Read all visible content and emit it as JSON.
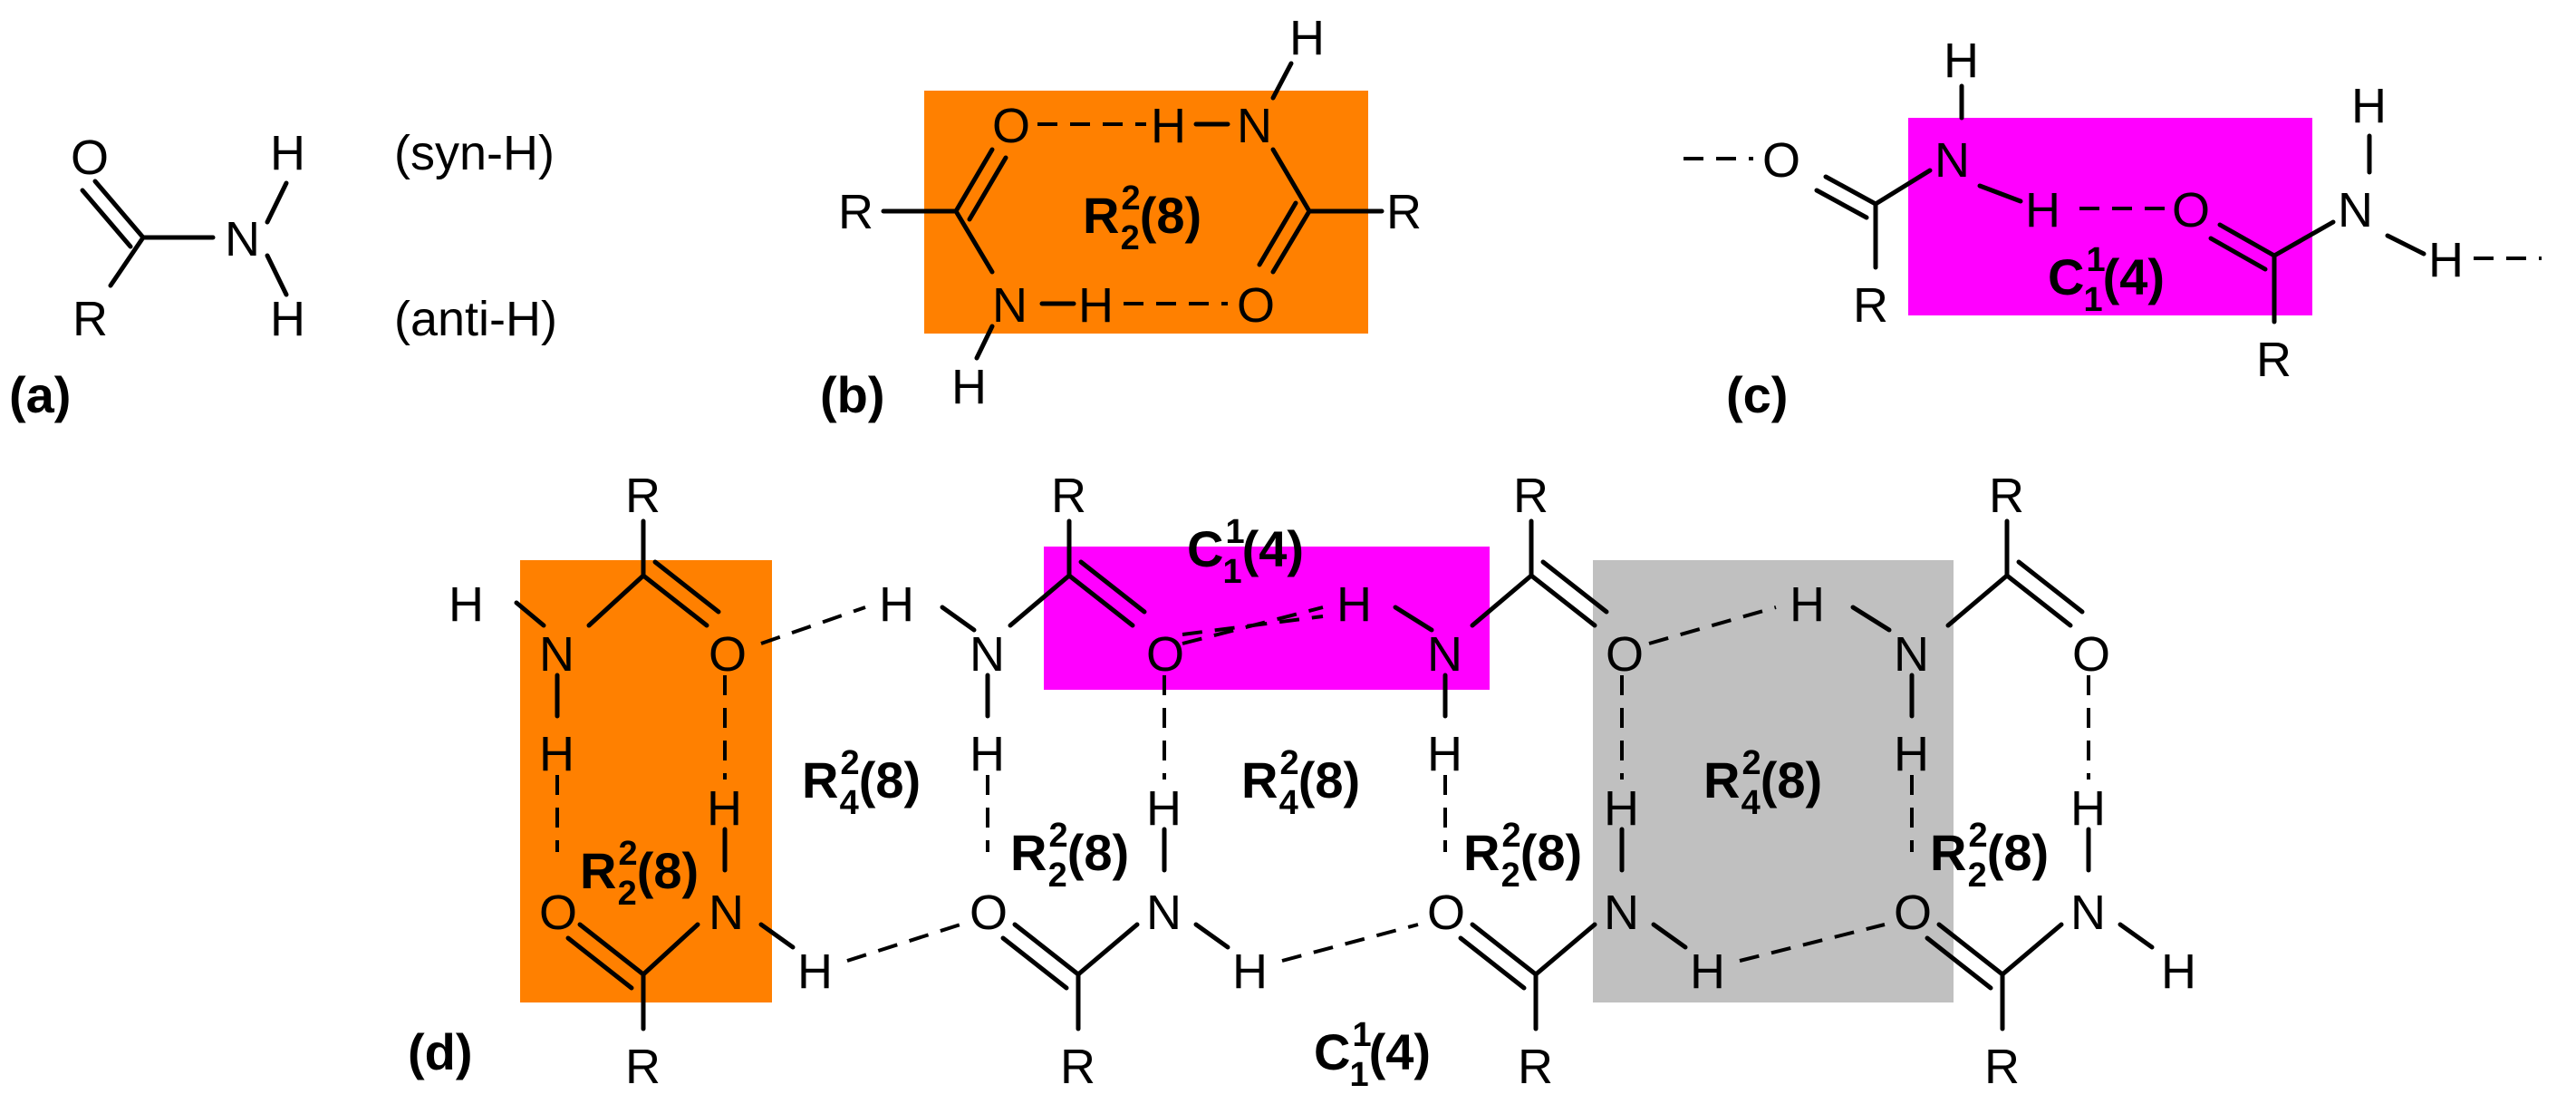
{
  "colors": {
    "ring_dimer": "#ff8000",
    "chain": "#ff00ff",
    "ring_tetramer": "#c0c0c0",
    "ink": "#000000"
  },
  "panels": {
    "a": "(a)",
    "b": "(b)",
    "c": "(c)",
    "d": "(d)"
  },
  "labels": {
    "syn": "(syn-H)",
    "anti": "(anti-H)"
  },
  "atoms": {
    "O": "O",
    "N": "N",
    "H": "H",
    "R": "R"
  },
  "motifs": {
    "ring": {
      "letter": "R",
      "sup": "2",
      "sub": "2",
      "tail": "(8)"
    },
    "ring4": {
      "letter": "R",
      "sup": "2",
      "sub": "4",
      "tail": "(8)"
    },
    "chain": {
      "letter": "C",
      "sup": "1",
      "sub": "1",
      "tail": "(4)"
    }
  }
}
